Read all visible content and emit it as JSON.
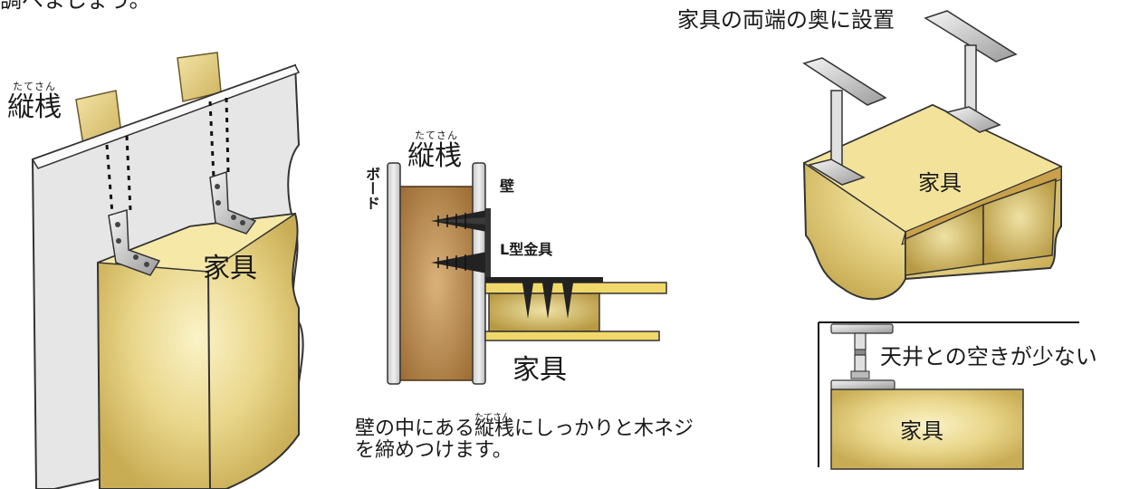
{
  "panel_left": {
    "top_partial": "調べましょう。",
    "stud_ruby": "たてさん",
    "stud_label": "縦桟",
    "furniture_label": "家具"
  },
  "panel_middle": {
    "stud_ruby": "たてさん",
    "stud_label": "縦桟",
    "board_label": "ボード",
    "wall_label": "壁",
    "bracket_label": "L型金具",
    "furniture_label": "家具",
    "caption_line1_a": "壁の中にある",
    "caption_ruby": "たてさん",
    "caption_line1_b": "縦桟",
    "caption_line1_c": "にしっかりと木ネジ",
    "caption_line2": "を締めつけます。"
  },
  "panel_right": {
    "title": "家具の両端の奥に設置",
    "furniture_label": "家具",
    "gap_label": "天井との空きが少ない",
    "furniture_label_2": "家具"
  }
}
